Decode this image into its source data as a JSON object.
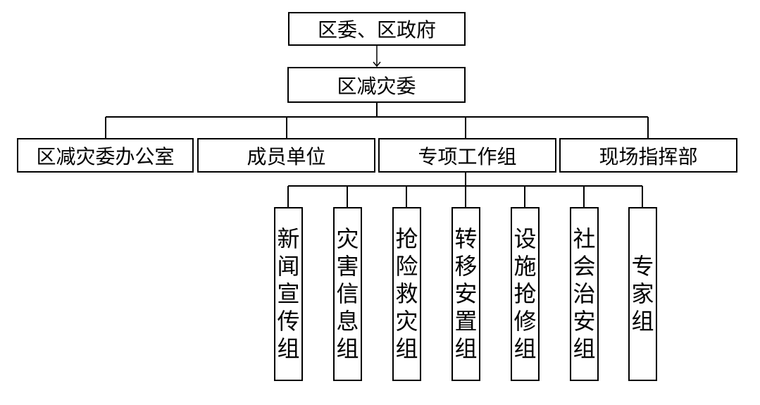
{
  "top": "区委、区政府",
  "committee": "区减灾委",
  "level2": [
    "区减灾委办公室",
    "成员单位",
    "专项工作组",
    "现场指挥部"
  ],
  "groups": [
    "新闻宣传组",
    "灾害信息组",
    "抢险救灾组",
    "转移安置组",
    "设施抢修组",
    "社会治安组",
    "专家组"
  ]
}
